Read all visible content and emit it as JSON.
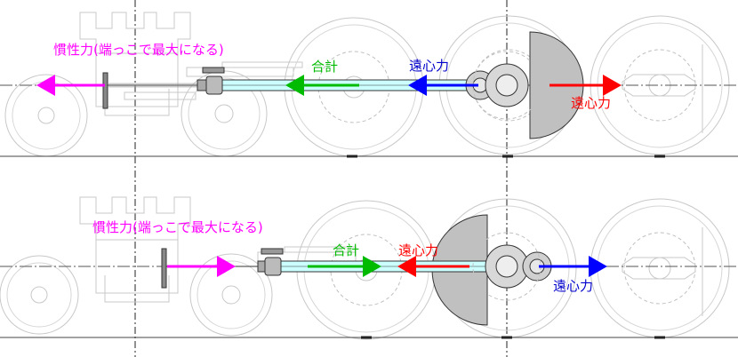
{
  "top": {
    "inertia_label": "慣性力(端っこで最大になる)",
    "total_label": "合計",
    "centrifugal_rod_label": "遠心力",
    "centrifugal_counter_label": "遠心力"
  },
  "bottom": {
    "inertia_label": "慣性力(端っこで最大になる)",
    "total_label": "合計",
    "centrifugal_rod_label": "遠心力",
    "centrifugal_counter_label": "遠心力"
  },
  "colors": {
    "inertia": "#ff00ff",
    "total": "#00bb00",
    "centrifugal_rod": "#0000ff",
    "centrifugal_counter": "#ff0000",
    "rod_fill": "#ccffff",
    "counterweight": "#c0c0c0"
  }
}
